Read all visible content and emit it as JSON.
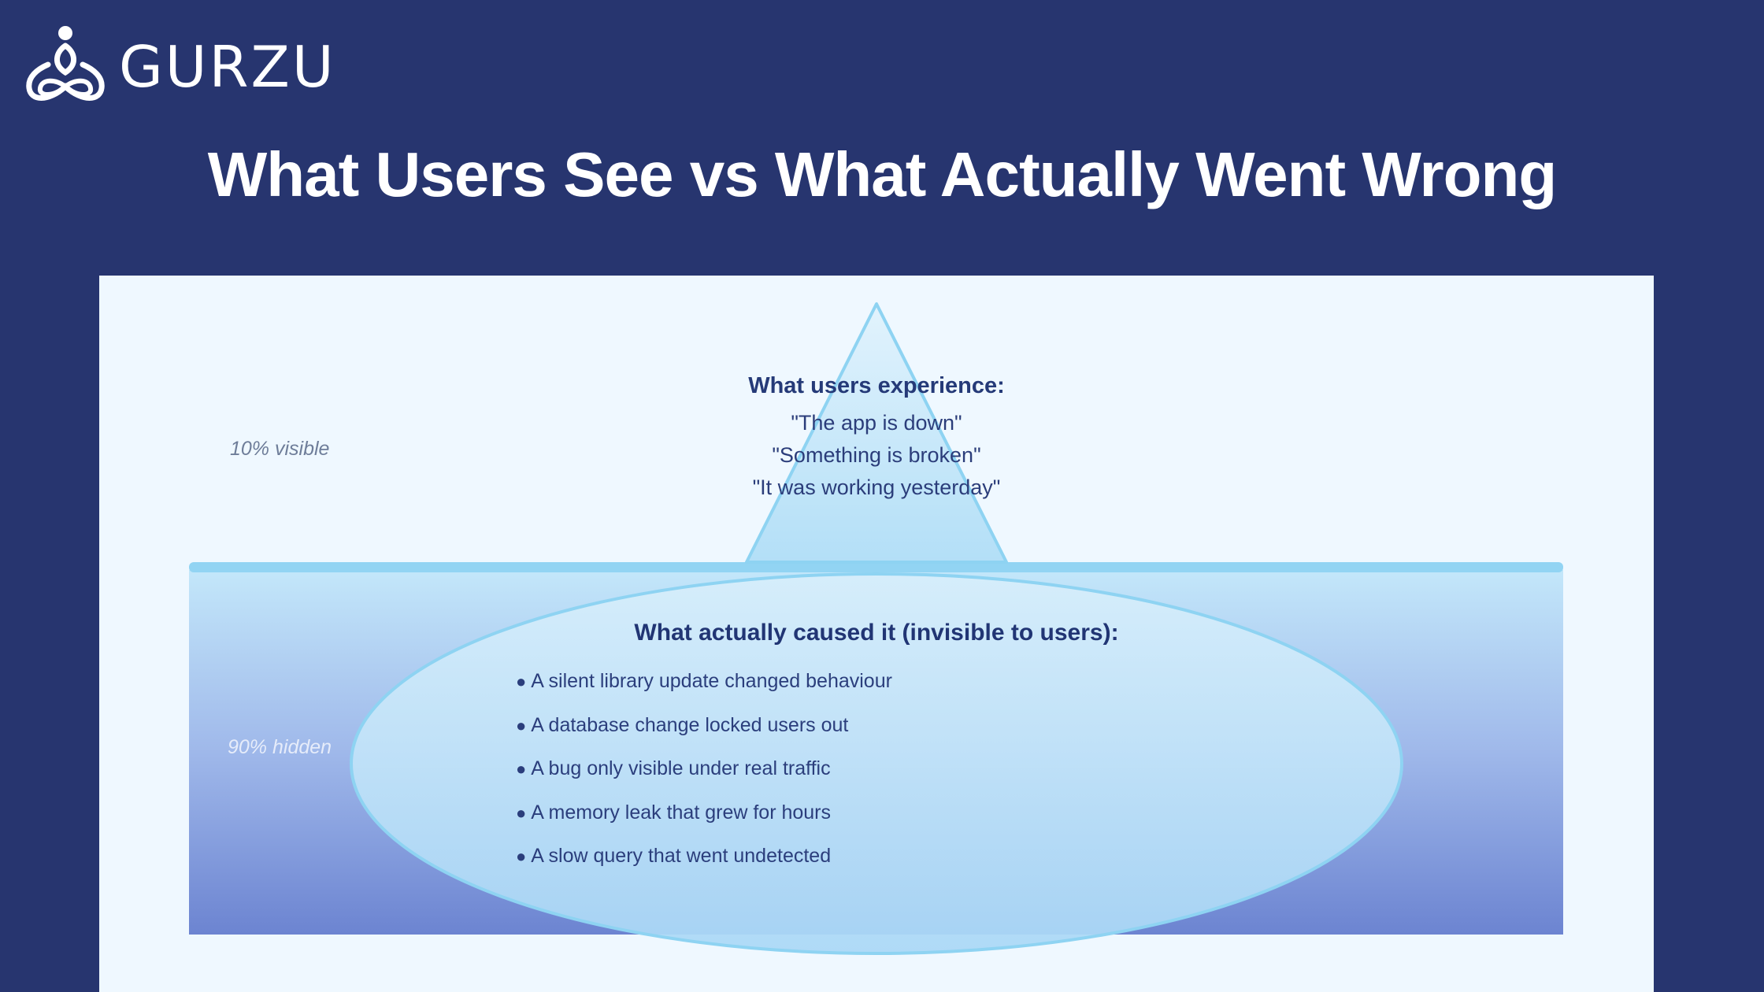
{
  "brand": {
    "name": "GURZU"
  },
  "slide": {
    "title": "What Users See vs What Actually Went Wrong"
  },
  "iceberg": {
    "tip": {
      "heading": "What users experience:",
      "quotes": [
        "\"The app is down\"",
        "\"Something is broken\"",
        "\"It was working yesterday\""
      ],
      "share_label": "10% visible"
    },
    "base": {
      "heading": "What actually caused it (invisible to users):",
      "causes": [
        "A silent library update changed behaviour",
        "A database change locked users out",
        "A bug only visible under real traffic",
        "A memory leak that grew for hours",
        "A slow query that went undetected"
      ],
      "share_label": "90% hidden"
    },
    "bullet_glyph": "●"
  },
  "colors": {
    "background": "#27356f",
    "panel": "#eff8ff",
    "ice_outline": "#8ed3f2",
    "water_top": "#b9e2f8",
    "water_bottom": "#6c84d1",
    "heading_text": "#253a78"
  }
}
